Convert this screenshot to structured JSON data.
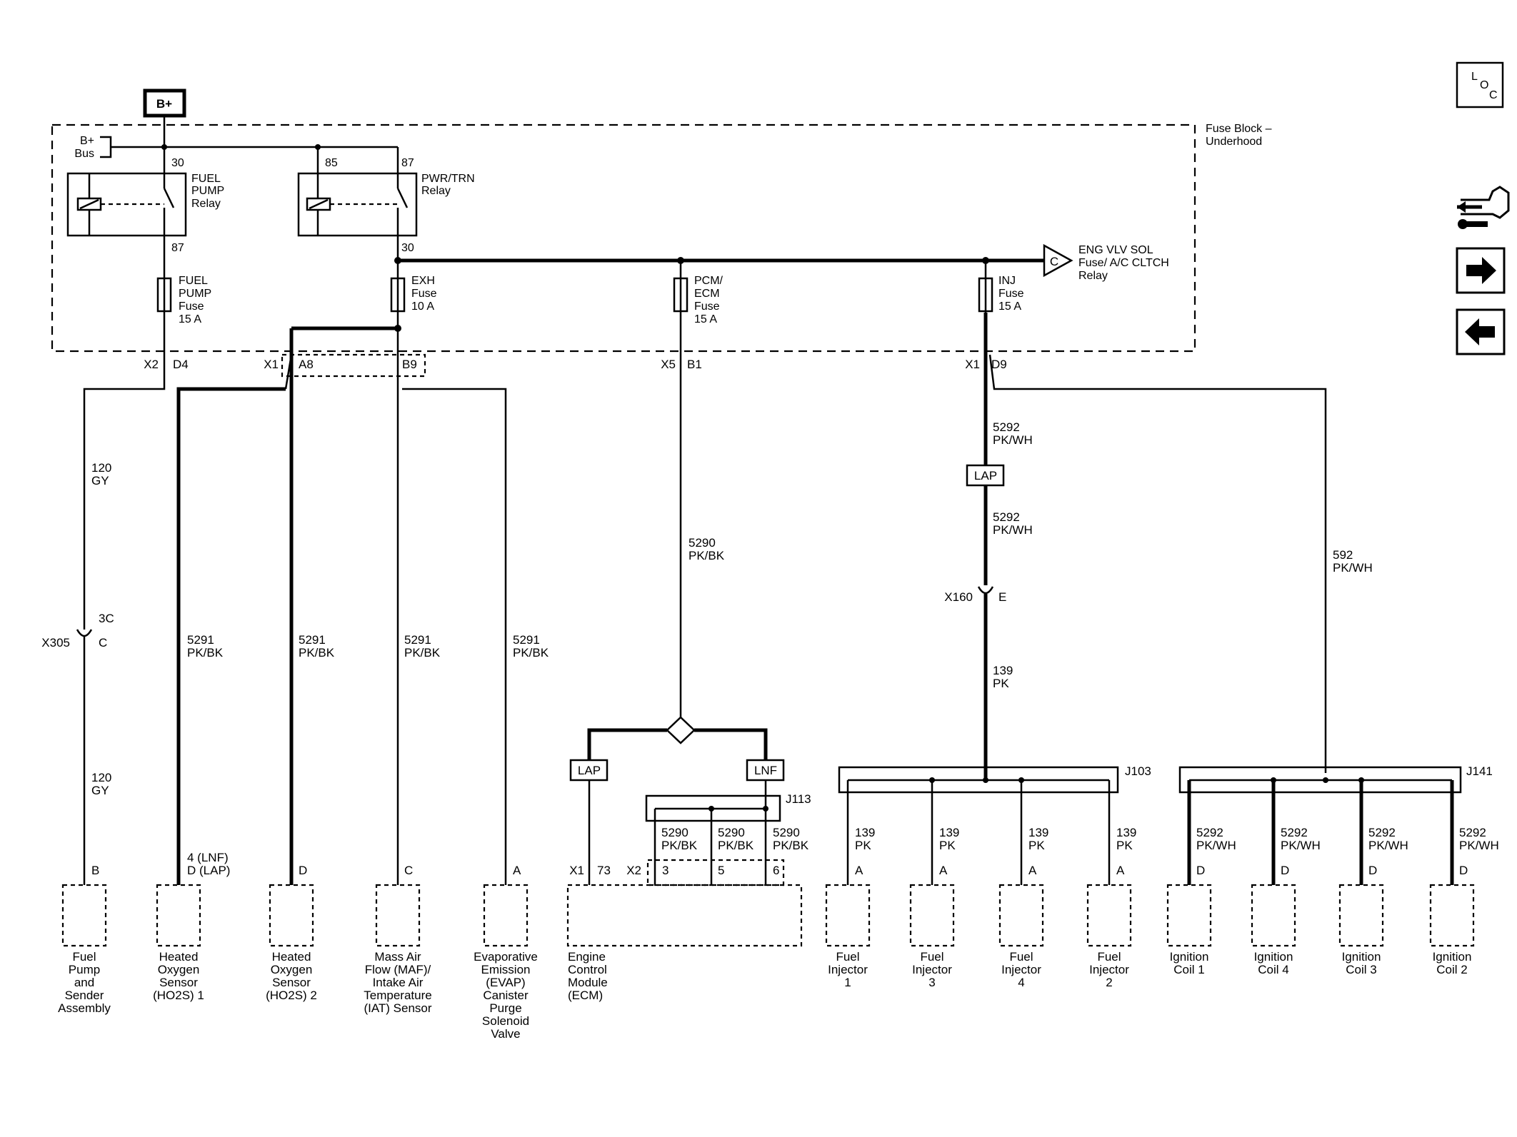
{
  "power_source": "B+",
  "fuse_block": {
    "title_line1": "Fuse Block –",
    "title_line2": "Underhood",
    "bus_line1": "B+",
    "bus_line2": "Bus"
  },
  "relays": {
    "fuel_pump": {
      "line1": "FUEL",
      "line2": "PUMP",
      "line3": "Relay",
      "pin_in": "30",
      "pin_out": "87"
    },
    "pwr_trn": {
      "line1": "PWR/TRN",
      "line2": "Relay",
      "pin_in": "85",
      "pin_sw": "87",
      "pin_out": "30"
    }
  },
  "fuses": {
    "fuel_pump": {
      "line1": "FUEL",
      "line2": "PUMP",
      "line3": "Fuse",
      "line4": "15 A"
    },
    "exh": {
      "line1": "EXH",
      "line2": "Fuse",
      "line3": "10 A"
    },
    "pcm_ecm": {
      "line1": "PCM/",
      "line2": "ECM",
      "line3": "Fuse",
      "line4": "15 A"
    },
    "inj": {
      "line1": "INJ",
      "line2": "Fuse",
      "line3": "15 A"
    }
  },
  "offpage": {
    "letter": "C",
    "line1": "ENG VLV SOL",
    "line2": "Fuse/ A/C CLTCH",
    "line3": "Relay"
  },
  "connectors": {
    "x2_d4": {
      "conn": "X2",
      "pin": "D4"
    },
    "x1_a8": {
      "conn": "X1",
      "pin": "A8"
    },
    "b9": {
      "pin": "B9"
    },
    "x5_b1": {
      "conn": "X5",
      "pin": "B1"
    },
    "x1_d9": {
      "conn": "X1",
      "pin": "D9"
    },
    "x305": {
      "conn": "X305",
      "pin_top": "3C",
      "pin_bottom": "C"
    },
    "x160": {
      "conn": "X160",
      "pin": "E"
    }
  },
  "wires": {
    "w120_top": {
      "num": "120",
      "color": "GY"
    },
    "w120_bot": {
      "num": "120",
      "color": "GY"
    },
    "w5291_1": {
      "num": "5291",
      "color": "PK/BK"
    },
    "w5291_2": {
      "num": "5291",
      "color": "PK/BK"
    },
    "w5291_3": {
      "num": "5291",
      "color": "PK/BK"
    },
    "w5291_4": {
      "num": "5291",
      "color": "PK/BK"
    },
    "w5290_main": {
      "num": "5290",
      "color": "PK/BK"
    },
    "w5290_a": {
      "num": "5290",
      "color": "PK/BK"
    },
    "w5290_b": {
      "num": "5290",
      "color": "PK/BK"
    },
    "w5290_c": {
      "num": "5290",
      "color": "PK/BK"
    },
    "w5292_top": {
      "num": "5292",
      "color": "PK/WH"
    },
    "w5292_mid": {
      "num": "5292",
      "color": "PK/WH"
    },
    "w592": {
      "num": "592",
      "color": "PK/WH"
    },
    "w139_main": {
      "num": "139",
      "color": "PK"
    },
    "w139_a": {
      "num": "139",
      "color": "PK"
    },
    "w139_b": {
      "num": "139",
      "color": "PK"
    },
    "w139_c": {
      "num": "139",
      "color": "PK"
    },
    "w139_d": {
      "num": "139",
      "color": "PK"
    },
    "w5292_a": {
      "num": "5292",
      "color": "PK/WH"
    },
    "w5292_b": {
      "num": "5292",
      "color": "PK/WH"
    },
    "w5292_c": {
      "num": "5292",
      "color": "PK/WH"
    },
    "w5292_d": {
      "num": "5292",
      "color": "PK/WH"
    }
  },
  "options": {
    "lap": "LAP",
    "lnf": "LNF",
    "lap2": "LAP"
  },
  "splices": {
    "j113": "J113",
    "j103": "J103",
    "j141": "J141"
  },
  "ecm_pins": {
    "x1": "X1",
    "pin73": "73",
    "x2": "X2",
    "pin3": "3",
    "pin5": "5",
    "pin6": "6"
  },
  "components": {
    "fuel_pump": {
      "pin": "B",
      "l1": "Fuel",
      "l2": "Pump",
      "l3": "and",
      "l4": "Sender",
      "l5": "Assembly"
    },
    "ho2s1": {
      "pin1": "4 (LNF)",
      "pin2": "D (LAP)",
      "l1": "Heated",
      "l2": "Oxygen",
      "l3": "Sensor",
      "l4": "(HO2S) 1"
    },
    "ho2s2": {
      "pin": "D",
      "l1": "Heated",
      "l2": "Oxygen",
      "l3": "Sensor",
      "l4": "(HO2S) 2"
    },
    "maf": {
      "pin": "C",
      "l1": "Mass Air",
      "l2": "Flow (MAF)/",
      "l3": "Intake Air",
      "l4": "Temperature",
      "l5": "(IAT) Sensor"
    },
    "evap": {
      "pin": "A",
      "l1": "Evaporative",
      "l2": "Emission",
      "l3": "(EVAP)",
      "l4": "Canister",
      "l5": "Purge",
      "l6": "Solenoid",
      "l7": "Valve"
    },
    "ecm": {
      "l1": "Engine",
      "l2": "Control",
      "l3": "Module",
      "l4": "(ECM)"
    },
    "inj1": {
      "pin": "A",
      "l1": "Fuel",
      "l2": "Injector",
      "l3": "1"
    },
    "inj3": {
      "pin": "A",
      "l1": "Fuel",
      "l2": "Injector",
      "l3": "3"
    },
    "inj4": {
      "pin": "A",
      "l1": "Fuel",
      "l2": "Injector",
      "l3": "4"
    },
    "inj2": {
      "pin": "A",
      "l1": "Fuel",
      "l2": "Injector",
      "l3": "2"
    },
    "coil1": {
      "pin": "D",
      "l1": "Ignition",
      "l2": "Coil 1"
    },
    "coil4": {
      "pin": "D",
      "l1": "Ignition",
      "l2": "Coil 4"
    },
    "coil3": {
      "pin": "D",
      "l1": "Ignition",
      "l2": "Coil 3"
    },
    "coil2": {
      "pin": "D",
      "l1": "Ignition",
      "l2": "Coil 2"
    }
  },
  "nav": {
    "loc_l": "L",
    "loc_o": "O",
    "loc_c": "C",
    "icons": [
      "vehicle-tools-icon",
      "arrow-right-icon",
      "arrow-left-icon"
    ]
  }
}
